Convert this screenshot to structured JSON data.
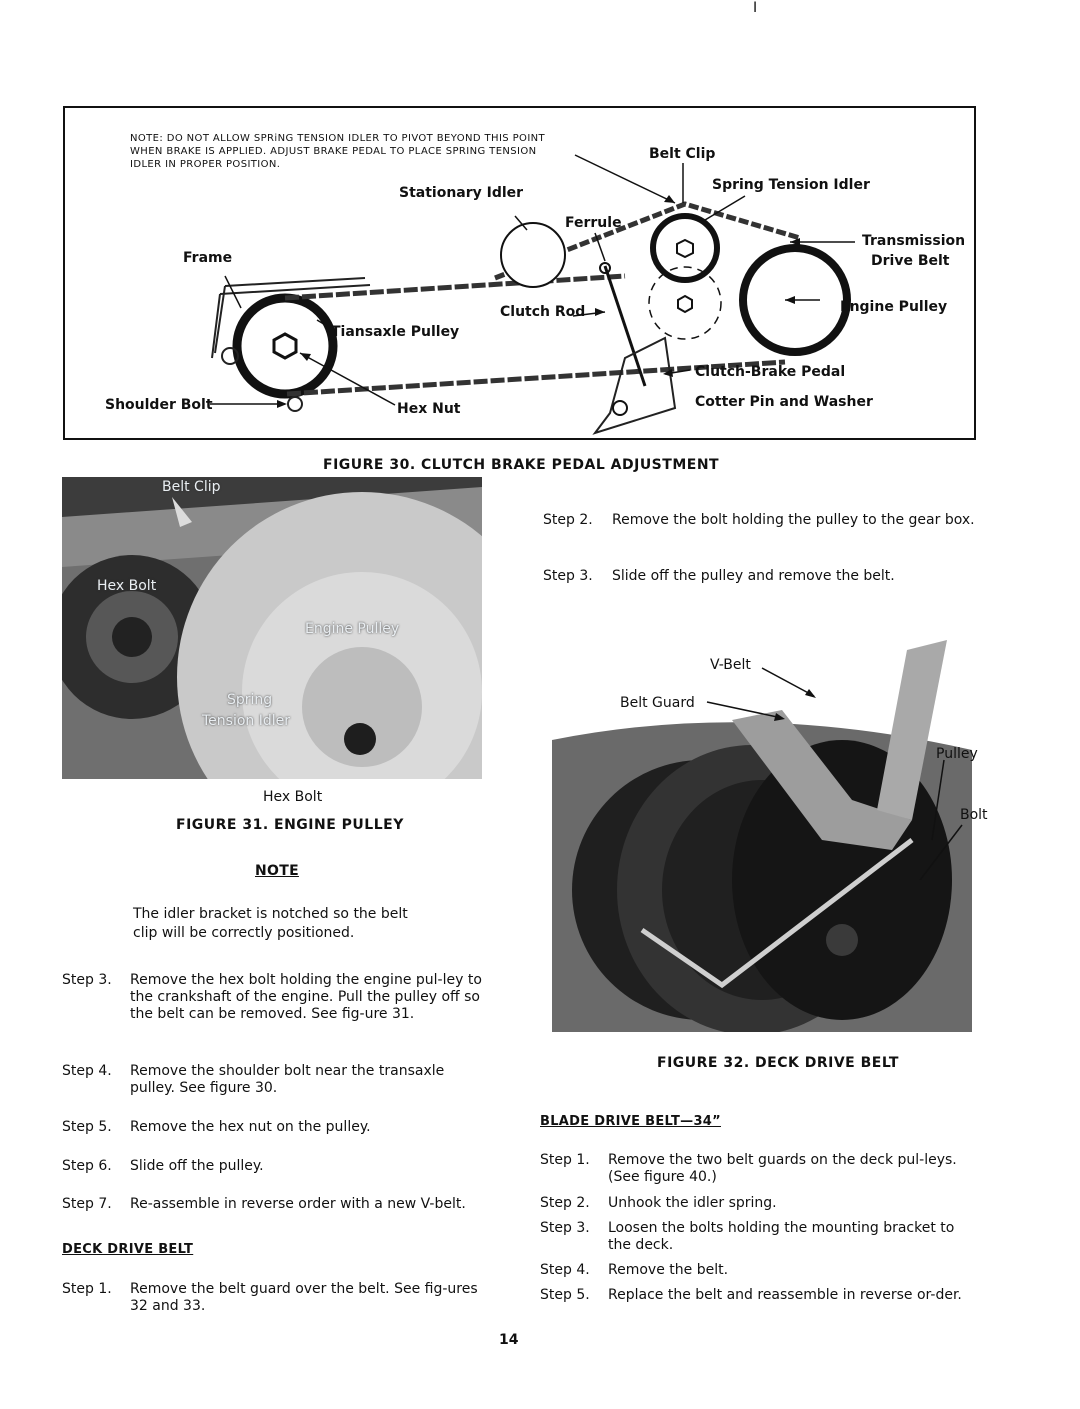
{
  "corner_mark": "I",
  "figure30": {
    "note": "NOTE: DO NOT ALLOW SPRiNG TENSION IDLER TO PIVOT BEYOND THIS POINT WHEN BRAKE IS APPLIED. ADJUST BRAKE PEDAL TO PLACE SPRING TENSION IDLER IN PROPER POSITION.",
    "labels": {
      "belt_clip": "Belt Clip",
      "spring_tension_idler": "Spring Tension Idler",
      "stationary_idler": "Stationary Idler",
      "ferrule": "Ferrule",
      "transmission": "Transmission",
      "drive_belt": "Drive Belt",
      "frame": "Frame",
      "engine_pulley": "Engine Pulley",
      "clutch_rod": "Clutch Rod",
      "transaxle_pulley": "Tiansaxle Pulley",
      "clutch_brake_pedal": "Clutch-Brake Pedal",
      "shoulder_bolt": "Shoulder Bolt",
      "hex_nut": "Hex Nut",
      "cotter_pin": "Cotter Pin and Washer"
    },
    "caption": "FIGURE 30. CLUTCH BRAKE PEDAL ADJUSTMENT"
  },
  "figure31": {
    "labels": {
      "belt_clip": "Belt Clip",
      "hex_bolt_top": "Hex Bolt",
      "engine_pulley": "Engine Pulley",
      "spring": "Spring",
      "tension_idler": "Tension Idler",
      "hex_bolt_bottom": "Hex Bolt"
    },
    "caption": "FIGURE 31. ENGINE PULLEY"
  },
  "note": {
    "heading": "NOTE",
    "line1": "The idler bracket is notched so the belt",
    "line2": "clip will be correctly positioned."
  },
  "left_steps": [
    {
      "num": "Step 3.",
      "text": "Remove the hex bolt holding the engine pul-ley to the crankshaft of the engine. Pull the pulley off so the belt can be removed. See fig-ure 31."
    },
    {
      "num": "Step 4.",
      "text": "Remove the shoulder bolt near the transaxle pulley. See figure 30."
    },
    {
      "num": "Step 5.",
      "text": "Remove the hex nut on the pulley."
    },
    {
      "num": "Step 6.",
      "text": "Slide off the pulley."
    },
    {
      "num": "Step 7.",
      "text": "Re-assemble in reverse order with a new V-belt."
    }
  ],
  "deck_drive": {
    "heading": "DECK DRIVE BELT",
    "step1_num": "Step 1.",
    "step1_text": "Remove the belt guard over the belt. See fig-ures 32 and 33."
  },
  "right_steps_top": [
    {
      "num": "Step 2.",
      "text": "Remove the bolt holding the pulley to the gear box."
    },
    {
      "num": "Step 3.",
      "text": "Slide off the pulley and remove the belt."
    }
  ],
  "figure32": {
    "labels": {
      "v_belt": "V-Belt",
      "belt_guard": "Belt Guard",
      "pulley": "Pulley",
      "bolt": "Bolt"
    },
    "caption": "FIGURE 32. DECK DRIVE BELT"
  },
  "blade_drive": {
    "heading": "BLADE DRIVE BELT—34”",
    "steps": [
      {
        "num": "Step 1.",
        "text": "Remove the two belt guards on the deck pul-leys. (See figure 40.)"
      },
      {
        "num": "Step 2.",
        "text": "Unhook the idler spring."
      },
      {
        "num": "Step 3.",
        "text": "Loosen the bolts holding the mounting bracket to the deck."
      },
      {
        "num": "Step 4.",
        "text": "Remove the belt."
      },
      {
        "num": "Step 5.",
        "text": "Replace the belt and reassemble in reverse or-der."
      }
    ]
  },
  "page_number": "14"
}
